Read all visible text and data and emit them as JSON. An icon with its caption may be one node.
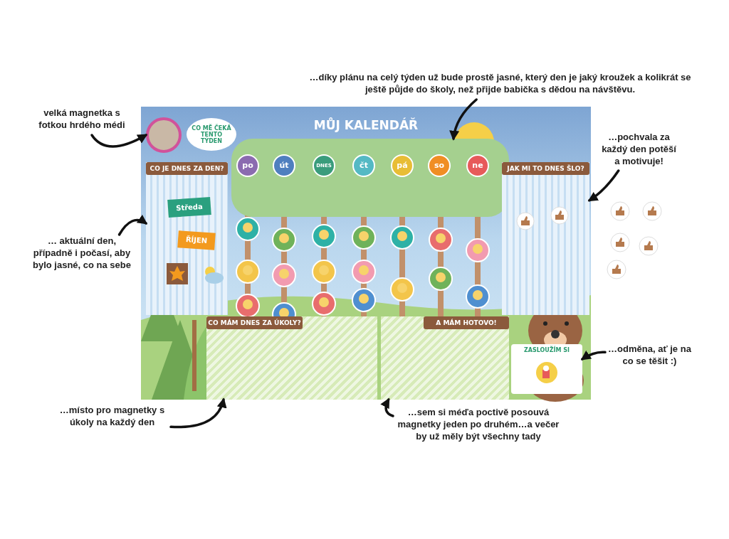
{
  "diagram": {
    "nodes": [
      {
        "text": [
          "velká magnetka s fotkou hrdého médi"
        ]
      },
      {
        "text": [
          "…díky plánu na celý týden už bude prostě jasné, který den je jaký kroužek a kolikrát se ještě půjde do školy, než přijde babička s dědou na návštěvu."
        ]
      },
      {
        "text": [
          "…pochvala za každý den potěší a motivuje!"
        ]
      },
      {
        "text": [
          "… aktuální den, případně i počasí, aby bylo jasné, co na sebe"
        ]
      },
      {
        "text": [
          "…odměna, ať je na co se těšit :)"
        ]
      },
      {
        "text": [
          "…místo pro magnetky s úkoly na každý den"
        ]
      },
      {
        "text": [
          "…sem si méďa poctivě posouvá magnetky jeden po druhém…a večer by už měly být všechny tady"
        ]
      },
      {
        "text": [
          "MŮJ KALENDÁŘ"
        ]
      },
      {
        "text": [],
        "shape": "circle",
        "in": 7
      },
      {
        "text": [
          "CO MĚ ČEKÁ TENTO TÝDEN"
        ],
        "in": 7
      },
      {
        "text": [
          "CO JE DNES ZA DEN?"
        ],
        "in": 7
      },
      {
        "text": [
          "Středa"
        ],
        "in": 10
      },
      {
        "text": [
          "ŘÍJEN"
        ],
        "in": 10
      },
      {
        "text": [],
        "shape": "box",
        "in": 7
      },
      {
        "text": [
          "po"
        ],
        "in": 13
      },
      {
        "text": [
          "út"
        ],
        "in": 13
      },
      {
        "text": [
          "DNES"
        ],
        "in": 13
      },
      {
        "text": [
          "čt"
        ],
        "in": 13
      },
      {
        "text": [
          "pá"
        ],
        "in": 13
      },
      {
        "text": [
          "so"
        ],
        "in": 13
      },
      {
        "text": [
          "ne"
        ],
        "in": 13
      },
      {
        "text": [
          "JAK MI TO DNES ŠLO?"
        ],
        "in": 7
      },
      {
        "text": [
          "CO MÁM DNES ZA ÚKOLY?"
        ],
        "in": 7
      },
      {
        "text": [
          "A MÁM HOTOVO!"
        ],
        "in": 7
      },
      {
        "text": [
          "ZASLOUŽÍM SI"
        ],
        "in": 7
      }
    ],
    "edges": [
      {
        "from": 0,
        "to": 8,
        "arrow": "to"
      },
      {
        "from": 1,
        "to": 13,
        "arrow": "to"
      },
      {
        "from": 2,
        "to": 21,
        "arrow": "to"
      },
      {
        "from": 3,
        "to": 10,
        "arrow": "to"
      },
      {
        "from": 4,
        "to": 24,
        "arrow": "to"
      },
      {
        "from": 5,
        "to": 22,
        "arrow": "to"
      },
      {
        "from": 6,
        "to": 23,
        "arrow": "to"
      }
    ]
  }
}
